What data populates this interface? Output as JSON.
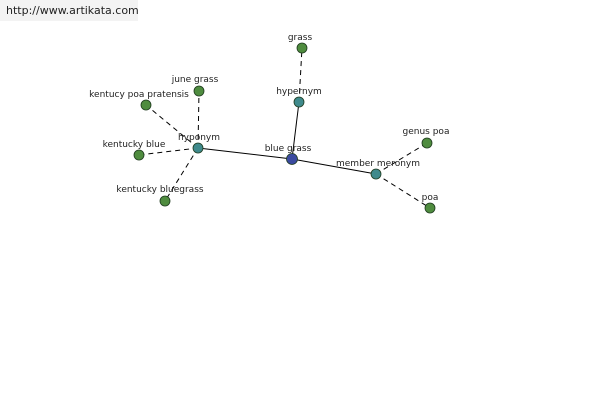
{
  "header": {
    "url": "http://www.artikata.com"
  },
  "colors": {
    "center": "#3b4aa0",
    "relation": "#3f8a8c",
    "leaf": "#4f8c3f"
  },
  "nodes": [
    {
      "id": "blue-grass",
      "label": "blue grass",
      "kind": "center"
    },
    {
      "id": "hypernym",
      "label": "hypernym",
      "kind": "relation"
    },
    {
      "id": "hyponym",
      "label": "hyponym",
      "kind": "relation"
    },
    {
      "id": "member-meronym",
      "label": "member meronym",
      "kind": "relation"
    },
    {
      "id": "grass",
      "label": "grass",
      "kind": "leaf"
    },
    {
      "id": "june-grass",
      "label": "june grass",
      "kind": "leaf"
    },
    {
      "id": "kentucy-poa-pratensis",
      "label": "kentucy poa pratensis",
      "kind": "leaf"
    },
    {
      "id": "kentucky-blue",
      "label": "kentucky blue",
      "kind": "leaf"
    },
    {
      "id": "kentucky-bluegrass",
      "label": "kentucky bluegrass",
      "kind": "leaf"
    },
    {
      "id": "genus-poa",
      "label": "genus poa",
      "kind": "leaf"
    },
    {
      "id": "poa",
      "label": "poa",
      "kind": "leaf"
    }
  ],
  "edges": [
    {
      "from": "blue-grass",
      "to": "hypernym",
      "style": "solid"
    },
    {
      "from": "blue-grass",
      "to": "hyponym",
      "style": "solid"
    },
    {
      "from": "blue-grass",
      "to": "member-meronym",
      "style": "solid"
    },
    {
      "from": "hypernym",
      "to": "grass",
      "style": "dashed"
    },
    {
      "from": "hyponym",
      "to": "june-grass",
      "style": "dashed"
    },
    {
      "from": "hyponym",
      "to": "kentucy-poa-pratensis",
      "style": "dashed"
    },
    {
      "from": "hyponym",
      "to": "kentucky-blue",
      "style": "dashed"
    },
    {
      "from": "hyponym",
      "to": "kentucky-bluegrass",
      "style": "dashed"
    },
    {
      "from": "member-meronym",
      "to": "genus-poa",
      "style": "dashed"
    },
    {
      "from": "member-meronym",
      "to": "poa",
      "style": "dashed"
    }
  ]
}
